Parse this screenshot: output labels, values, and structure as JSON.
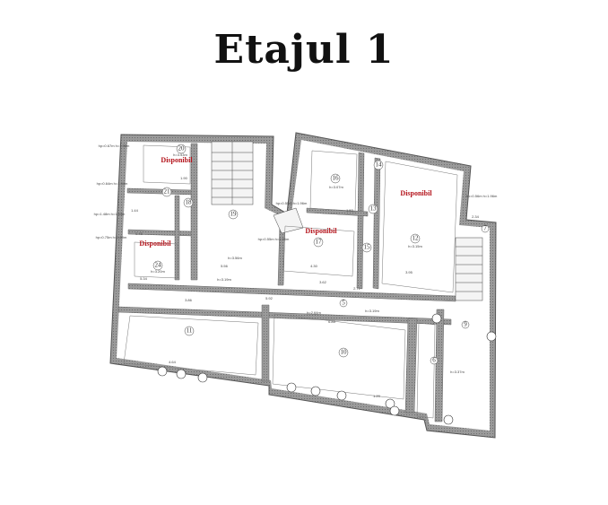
{
  "title": "Etajul 1",
  "available_label": "Disponibil",
  "room_numbers": [
    "20",
    "21",
    "18",
    "19",
    "24",
    "11",
    "10",
    "16",
    "14",
    "13",
    "15",
    "17",
    "12",
    "5",
    "9",
    "6",
    "7"
  ],
  "dims": [
    "hp=0.67m h=1.98m",
    "h=3.53m",
    "hp=0.64m h=1.94m",
    "hp=1.48m h=1.53m",
    "hp=0.75m h=1.89m",
    "h=3.20m",
    "h=3.19m",
    "h=3.56m",
    "h=3.07m",
    "hp=0.56m h=1.96m",
    "hp=0.55m h=1.96m",
    "h=3.15m",
    "h=2.64m",
    "h=3.19m",
    "h=3.37m",
    "hp=0.55m h=1.96m",
    "5.56",
    "5.34",
    "4.30",
    "2.71",
    "3.62",
    "3.95",
    "1.90",
    "1.53",
    "2.34",
    "1.44",
    "0.45",
    "4.64",
    "3.86",
    "5.92",
    "6.85",
    "1.20"
  ],
  "colors": {
    "wall": "#8a8a8a",
    "line": "#555555",
    "available": "#b4141c"
  }
}
